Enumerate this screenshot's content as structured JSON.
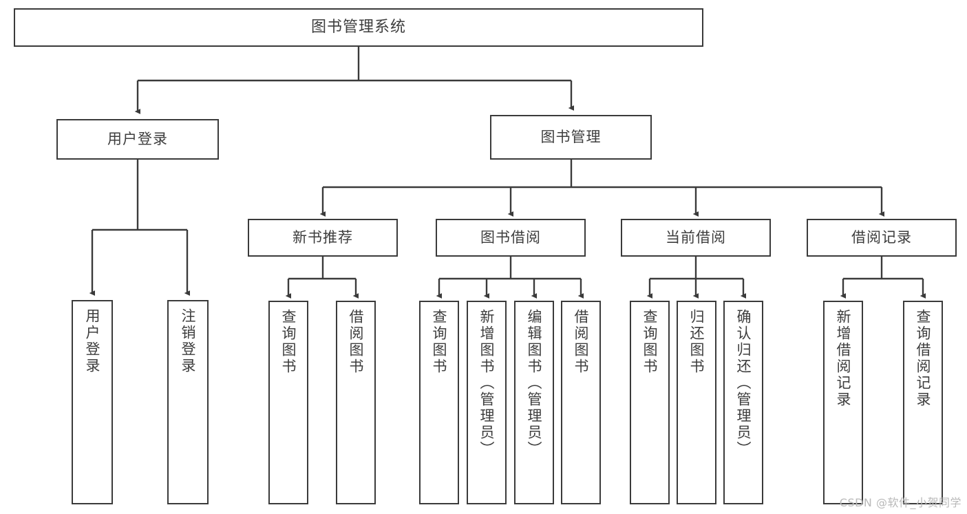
{
  "diagram": {
    "title": "图书管理系统",
    "type": "tree-hierarchy-diagram",
    "watermark": "CSDN @软件_小贺同学",
    "style": {
      "box_border_color": "#3a3a3a",
      "box_fill_color": "#ffffff",
      "connector_color": "#3a3a3a",
      "text_color": "#3d3d3d",
      "background_color": "#ffffff",
      "watermark_color": "#b9b9b9"
    },
    "nodes": {
      "root": {
        "label": "图书管理系统"
      },
      "level1": [
        {
          "id": "user-login",
          "label": "用户登录"
        },
        {
          "id": "book-manage",
          "label": "图书管理"
        }
      ],
      "level2": [
        {
          "id": "new-book-recommend",
          "label": "新书推荐"
        },
        {
          "id": "book-borrow",
          "label": "图书借阅"
        },
        {
          "id": "current-borrow",
          "label": "当前借阅"
        },
        {
          "id": "borrow-record",
          "label": "借阅记录"
        }
      ],
      "leaves": {
        "user_login": [
          {
            "id": "leaf-user-login",
            "label": "用户登录"
          },
          {
            "id": "leaf-logout-login",
            "label": "注销登录"
          }
        ],
        "new_book_recommend": [
          {
            "id": "leaf-query-book-1",
            "label": "查询图书"
          },
          {
            "id": "leaf-borrow-book-1",
            "label": "借阅图书"
          }
        ],
        "book_borrow": [
          {
            "id": "leaf-query-book-2",
            "label": "查询图书"
          },
          {
            "id": "leaf-add-book",
            "label": "新增图书（管理员）"
          },
          {
            "id": "leaf-edit-book",
            "label": "编辑图书（管理员）"
          },
          {
            "id": "leaf-borrow-book-2",
            "label": "借阅图书"
          }
        ],
        "current_borrow": [
          {
            "id": "leaf-query-book-3",
            "label": "查询图书"
          },
          {
            "id": "leaf-return-book",
            "label": "归还图书"
          },
          {
            "id": "leaf-confirm-return",
            "label": "确认归还（管理员）"
          }
        ],
        "borrow_record": [
          {
            "id": "leaf-add-borrow-record",
            "label": "新增借阅记录"
          },
          {
            "id": "leaf-query-borrow-record",
            "label": "查询借阅记录"
          }
        ]
      }
    }
  }
}
